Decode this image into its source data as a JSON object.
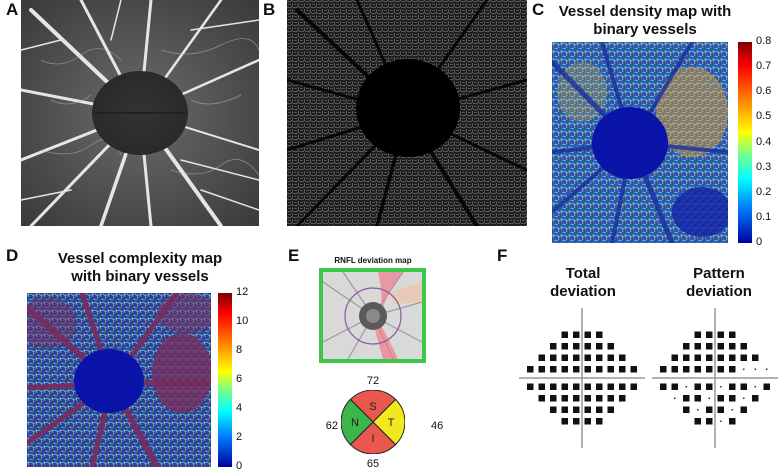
{
  "panels": {
    "a": {
      "label": "A"
    },
    "b": {
      "label": "B"
    },
    "c": {
      "label": "C",
      "title_line1": "Vessel density map with",
      "title_line2": "binary vessels",
      "colorbar_ticks": [
        "0.8",
        "0.7",
        "0.6",
        "0.5",
        "0.4",
        "0.3",
        "0.2",
        "0.1",
        "0"
      ]
    },
    "d": {
      "label": "D",
      "title_line1": "Vessel complexity map",
      "title_line2": "with binary vessels",
      "colorbar_ticks": [
        "12",
        "10",
        "8",
        "6",
        "4",
        "2",
        "0"
      ]
    },
    "e": {
      "label": "E",
      "map_title": "RNFL deviation map",
      "sectors": {
        "superior": {
          "letter": "S",
          "value": "72",
          "color": "#e8584f"
        },
        "nasal": {
          "letter": "N",
          "value": "62",
          "color": "#3cb54a"
        },
        "temporal": {
          "letter": "T",
          "value": "46",
          "color": "#f2e81e"
        },
        "inferior": {
          "letter": "I",
          "value": "65",
          "color": "#e8584f"
        }
      }
    },
    "f": {
      "label": "F",
      "total_title_line1": "Total",
      "total_title_line2": "deviation",
      "pattern_title_line1": "Pattern",
      "pattern_title_line2": "deviation"
    }
  }
}
